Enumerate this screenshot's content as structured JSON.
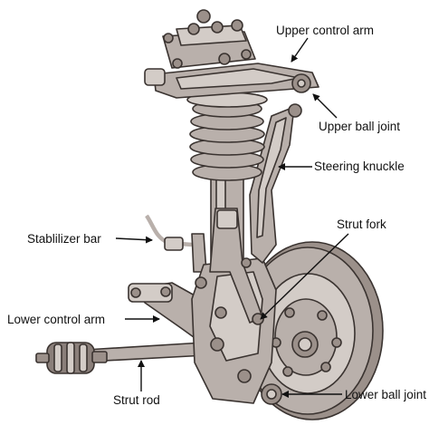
{
  "labels": {
    "upper_control_arm": "Upper control arm",
    "upper_ball_joint": "Upper ball joint",
    "steering_knuckle": "Steering knuckle",
    "stabilizer_bar": "Stablilizer bar",
    "strut_fork": "Strut fork",
    "lower_control_arm": "Lower control arm",
    "strut_rod": "Strut rod",
    "lower_ball_joint": "Lower ball joint"
  },
  "colors": {
    "metal": "#b9b0ab",
    "metal_dark": "#9b908a",
    "outline": "#3a3330",
    "text": "#111111"
  }
}
